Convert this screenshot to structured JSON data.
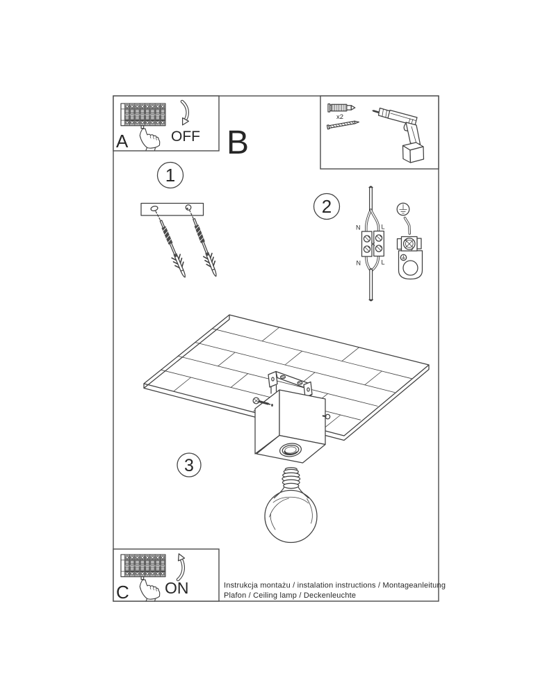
{
  "labels": {
    "box_a": "A",
    "box_b": "B",
    "box_c": "C",
    "switch_off": "OFF",
    "switch_on": "ON"
  },
  "steps": {
    "one": "1",
    "two": "2",
    "three": "3"
  },
  "tools": {
    "anchor_quantity": "x2"
  },
  "wiring": {
    "top_left": "N",
    "top_right": "L",
    "bottom_left": "N",
    "bottom_right": "L"
  },
  "footer": {
    "line1": "Instrukcja montażu / instalation instructions / Montageanleitung",
    "line2": "Plafon / Ceiling lamp / Deckenleuchte"
  },
  "colors": {
    "line": "#3f3f3f",
    "border": "#4a4a4a",
    "text": "#262626",
    "background": "#ffffff"
  }
}
